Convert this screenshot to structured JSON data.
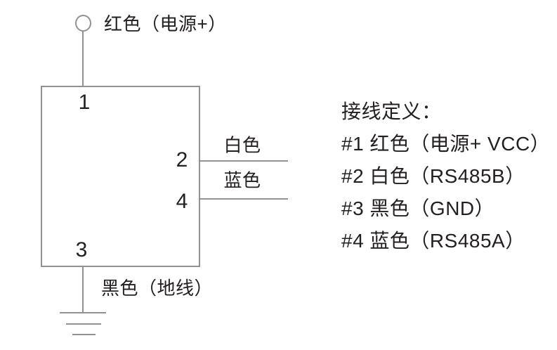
{
  "diagram": {
    "power_terminal_label": "红色（电源+）",
    "ground_label": "黑色（地线）",
    "pins": {
      "pin1": "1",
      "pin2": "2",
      "pin3": "3",
      "pin4": "4"
    },
    "wire_labels": {
      "pin2_wire": "白色",
      "pin4_wire": "蓝色"
    }
  },
  "legend": {
    "title": "接线定义：",
    "entries": [
      {
        "label": "#1 红色（电源+ VCC）"
      },
      {
        "label": "#2 白色（RS485B）"
      },
      {
        "label": "#3 黑色（GND）"
      },
      {
        "label": "#4 蓝色（RS485A）"
      }
    ]
  },
  "colors": {
    "text": "#231f20",
    "line": "#919191",
    "background": "#ffffff"
  }
}
